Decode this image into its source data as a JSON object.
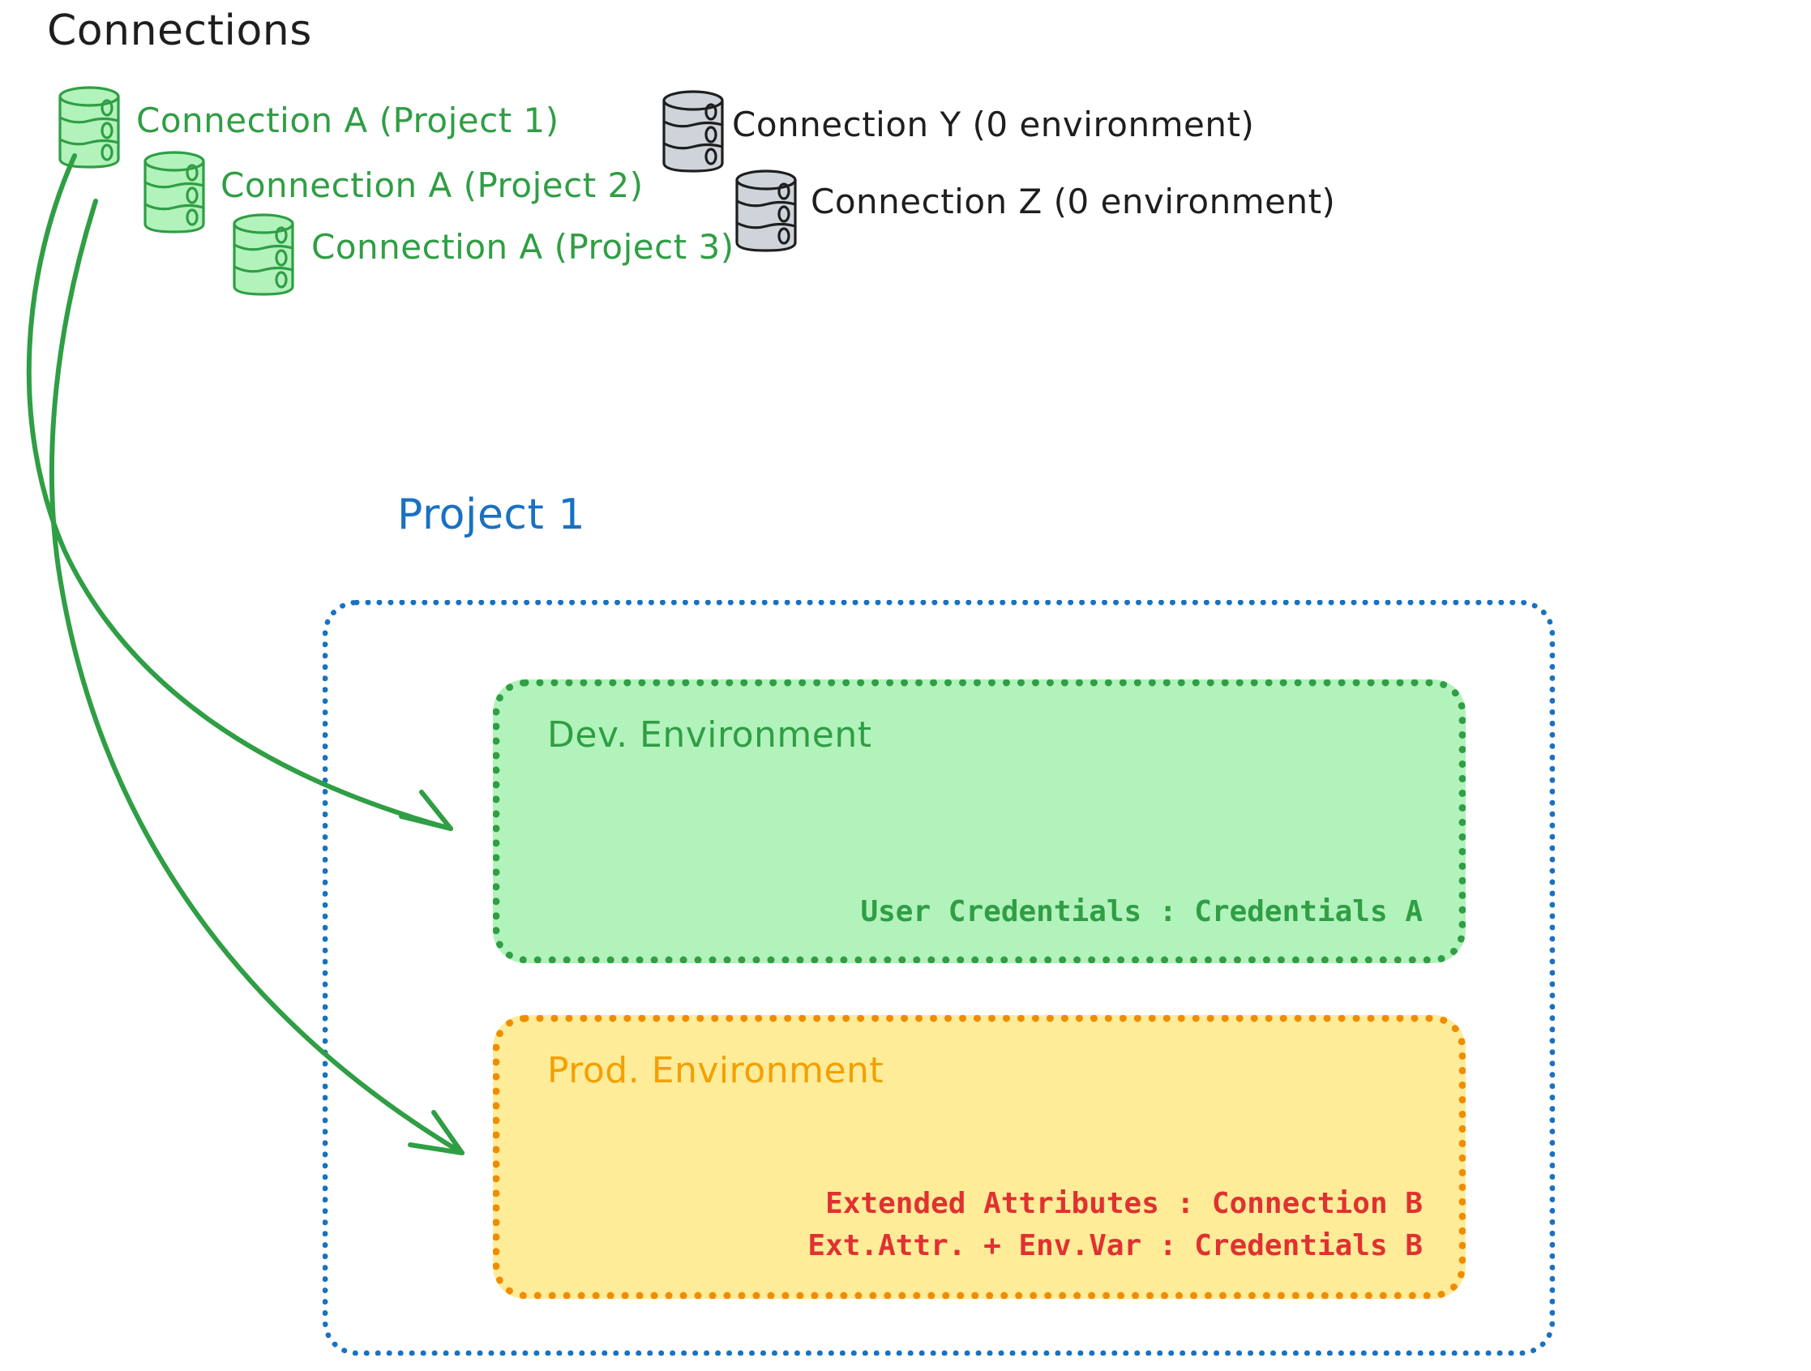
{
  "diagram": {
    "title": "Connections",
    "project_title": "Project 1",
    "colors": {
      "green_stroke": "#2f9e44",
      "green_fill": "#b2f2bb",
      "orange_stroke": "#f08c00",
      "orange_fill": "#ffec99",
      "blue_stroke": "#1971c2",
      "red_text": "#e03131",
      "grey_fill": "#ced4da",
      "black_stroke": "#1e1e1e"
    },
    "connections": [
      {
        "id": "conn-a-p1",
        "label": "Connection A (Project 1)",
        "color": "green",
        "icon": "database-icon"
      },
      {
        "id": "conn-a-p2",
        "label": "Connection A (Project 2)",
        "color": "green",
        "icon": "database-icon"
      },
      {
        "id": "conn-a-p3",
        "label": "Connection A (Project 3)",
        "color": "green",
        "icon": "database-icon"
      },
      {
        "id": "conn-y",
        "label": "Connection Y (0 environment)",
        "color": "grey",
        "icon": "database-icon"
      },
      {
        "id": "conn-z",
        "label": "Connection Z (0 environment)",
        "color": "grey",
        "icon": "database-icon"
      }
    ],
    "environments": [
      {
        "id": "dev",
        "title": "Dev. Environment",
        "lines": [
          "User Credentials : Credentials A"
        ]
      },
      {
        "id": "prod",
        "title": "Prod. Environment",
        "lines": [
          "Extended Attributes : Connection B",
          "Ext.Attr. + Env.Var : Credentials B"
        ]
      }
    ],
    "arrows": [
      {
        "id": "arrow-conn-a-to-dev",
        "from": "conn-a-p1",
        "to": "dev"
      },
      {
        "id": "arrow-conn-a-to-prod",
        "from": "conn-a-p1",
        "to": "prod"
      }
    ]
  }
}
